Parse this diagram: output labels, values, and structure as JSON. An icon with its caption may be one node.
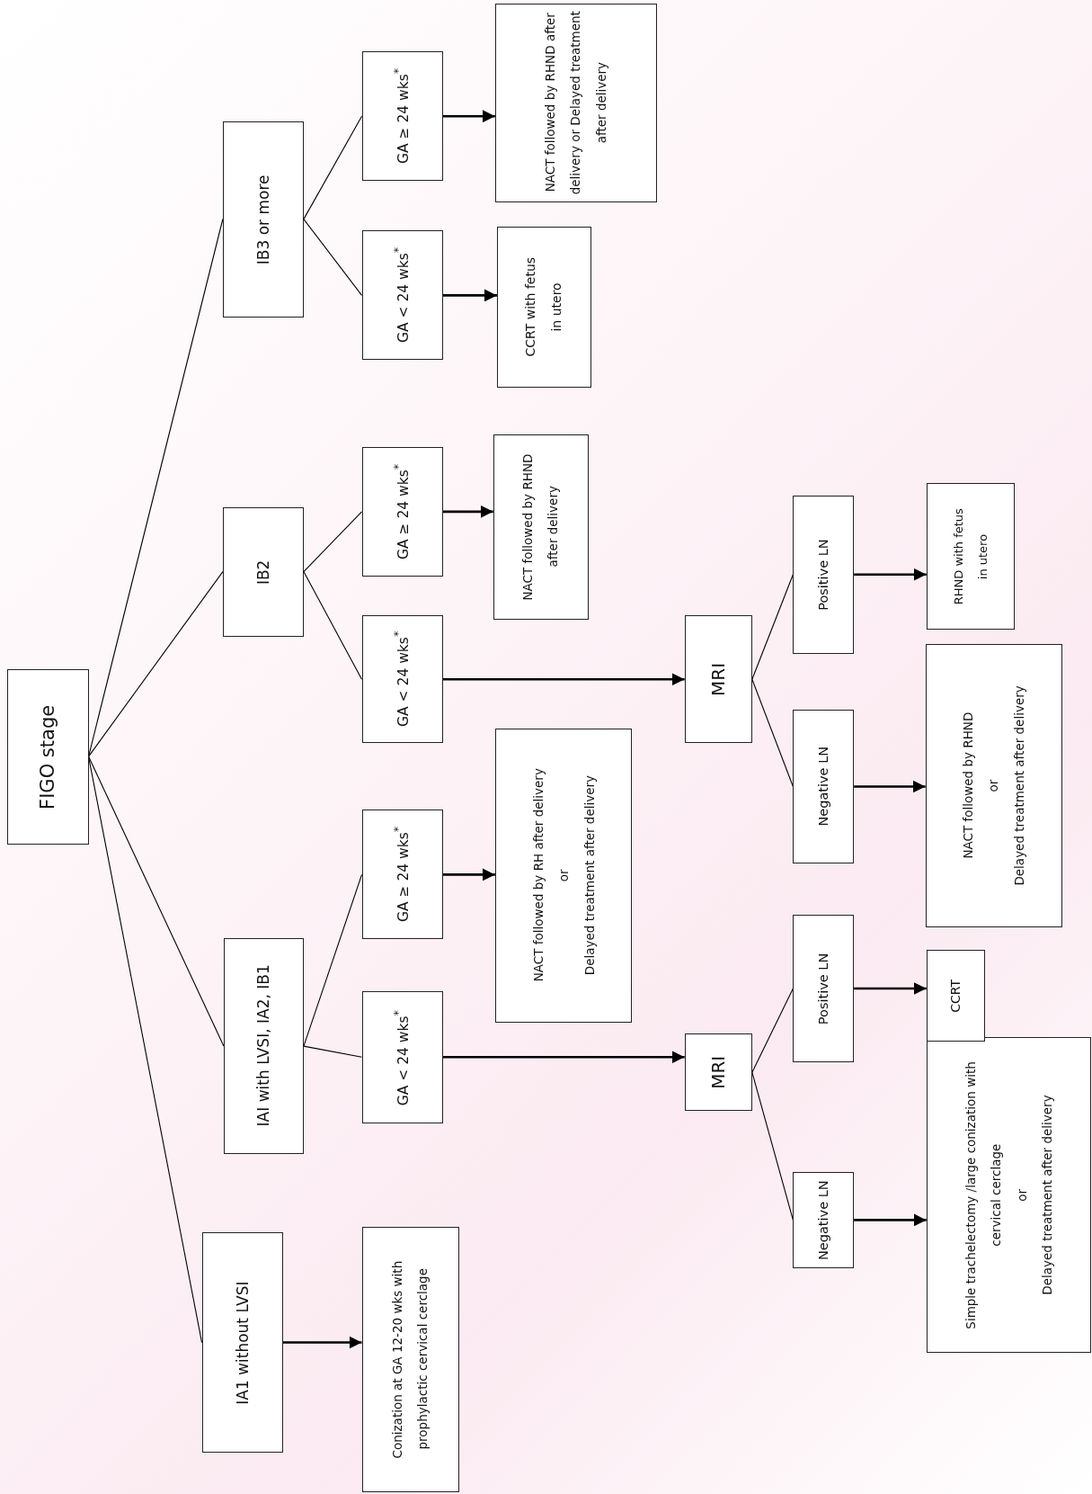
{
  "diagram": {
    "nodes": [
      {
        "text": [
          "FIGO stage"
        ]
      },
      {
        "text": [
          "IA1 without LVSI"
        ]
      },
      {
        "text": [
          "IAI with LVSI, IA2, IB1"
        ]
      },
      {
        "text": [
          "IB2"
        ]
      },
      {
        "text": [
          "IB3 or more"
        ]
      },
      {
        "text": [
          "Conization at GA 12-20 wks with prophylactic cervical cerclage"
        ]
      },
      {
        "text": [
          "GA < 24 wks$^{*}$"
        ]
      },
      {
        "text": [
          "GA ≥ 24 wks$^{*}$"
        ]
      },
      {
        "text": [
          "NACT followed by RH after delivery",
          "or",
          "Delayed treatment after delivery"
        ]
      },
      {
        "text": [
          "GA < 24 wks$^{*}$"
        ]
      },
      {
        "text": [
          "GA ≥ 24 wks$^{*}$"
        ]
      },
      {
        "text": [
          "NACT followed by RHND after delivery"
        ]
      },
      {
        "text": [
          "GA < 24 wks$^{*}$"
        ]
      },
      {
        "text": [
          "GA ≥ 24 wks$^{*}$"
        ]
      },
      {
        "text": [
          "CCRT with fetus in utero"
        ]
      },
      {
        "text": [
          "NACT followed by RHND after delivery or Delayed treatment after delivery"
        ]
      },
      {
        "text": [
          "MRI"
        ]
      },
      {
        "text": [
          "MRI"
        ]
      },
      {
        "text": [
          "Negative LN"
        ]
      },
      {
        "text": [
          "Positive LN"
        ]
      },
      {
        "text": [
          "Negative LN"
        ]
      },
      {
        "text": [
          "Positive LN"
        ]
      },
      {
        "text": [
          "Simple trachelectomy /large conization with cervical cerclage",
          "or",
          "Delayed treatment after delivery"
        ]
      },
      {
        "text": [
          "CCRT"
        ]
      },
      {
        "text": [
          "NACT followed by RHND",
          "or",
          "Delayed treatment after delivery"
        ]
      },
      {
        "text": [
          "RHND with fetus in utero"
        ]
      }
    ],
    "edges": [
      {
        "from": 0,
        "to": 1,
        "arrow": "none"
      },
      {
        "from": 0,
        "to": 2,
        "arrow": "none"
      },
      {
        "from": 0,
        "to": 3,
        "arrow": "none"
      },
      {
        "from": 0,
        "to": 4,
        "arrow": "none"
      },
      {
        "from": 1,
        "to": 5,
        "arrow": "to"
      },
      {
        "from": 2,
        "to": 6,
        "arrow": "none"
      },
      {
        "from": 2,
        "to": 7,
        "arrow": "none"
      },
      {
        "from": 7,
        "to": 8,
        "arrow": "to"
      },
      {
        "from": 6,
        "to": 16,
        "arrow": "to"
      },
      {
        "from": 3,
        "to": 9,
        "arrow": "none"
      },
      {
        "from": 3,
        "to": 10,
        "arrow": "none"
      },
      {
        "from": 10,
        "to": 11,
        "arrow": "to"
      },
      {
        "from": 9,
        "to": 17,
        "arrow": "to"
      },
      {
        "from": 4,
        "to": 12,
        "arrow": "none"
      },
      {
        "from": 4,
        "to": 13,
        "arrow": "none"
      },
      {
        "from": 12,
        "to": 14,
        "arrow": "to"
      },
      {
        "from": 13,
        "to": 15,
        "arrow": "to"
      },
      {
        "from": 16,
        "to": 18,
        "arrow": "none"
      },
      {
        "from": 16,
        "to": 19,
        "arrow": "none"
      },
      {
        "from": 18,
        "to": 22,
        "arrow": "to"
      },
      {
        "from": 19,
        "to": 23,
        "arrow": "to"
      },
      {
        "from": 17,
        "to": 20,
        "arrow": "none"
      },
      {
        "from": 17,
        "to": 21,
        "arrow": "none"
      },
      {
        "from": 20,
        "to": 24,
        "arrow": "to"
      },
      {
        "from": 21,
        "to": 25,
        "arrow": "to"
      }
    ]
  }
}
